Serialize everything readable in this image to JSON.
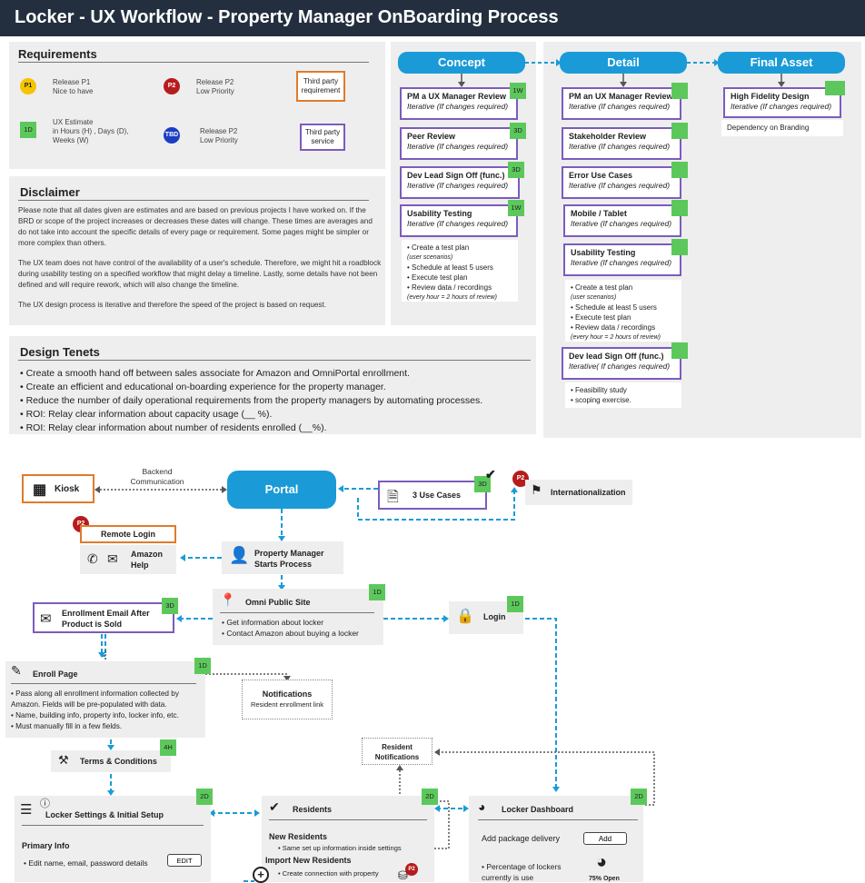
{
  "title": "Locker - UX Workflow - Property Manager OnBoarding Process",
  "requirements": {
    "heading": "Requirements",
    "p1": {
      "badge": "P1",
      "line1": "Release P1",
      "line2": "Nice to have"
    },
    "p2": {
      "badge": "P2",
      "line1": "Release P2",
      "line2": "Low Priority"
    },
    "third_req": "Third party requirement",
    "estimate": {
      "badge": "1D",
      "line1": "UX Estimate",
      "line2": "in Hours (H) , Days (D),",
      "line3": "Weeks (W)"
    },
    "tbd": {
      "badge": "TBD",
      "line1": "Release P2",
      "line2": "Low Priority"
    },
    "third_service": "Third party service"
  },
  "disclaimer": {
    "heading": "Disclaimer",
    "p1": "Please note that all dates given are estimates and are based on previous projects I have worked on. If the BRD or scope of the project increases or decreases these dates will change. These times are averages and do not take into account the specific details of every page or requirement. Some pages might be simpler or more complex than others.",
    "p2": "The UX team does not have control of the availability of a user's schedule. Therefore, we might hit a roadblock during usability testing on a specified workflow that might delay a timeline. Lastly, some details have not been defined and will require rework, which will also change the timeline.",
    "p3": "The UX design process is iterative and therefore the speed of the project is based on request."
  },
  "tenets": {
    "heading": "Design Tenets",
    "items": [
      "• Create a smooth hand off between sales associate for Amazon and OmniPortal enrollment.",
      "• Create an efficient and educational on-boarding experience for the property manager.",
      "• Reduce the number of daily operational requirements from the property managers by automating processes.",
      "• ROI: Relay clear information about capacity usage (__ %).",
      "• ROI: Relay clear information about number of residents enrolled (__%)."
    ]
  },
  "phases": {
    "concept": "Concept",
    "detail": "Detail",
    "final": "Final Asset"
  },
  "concept_cards": [
    {
      "title": "PM a UX Manager Review",
      "sub": "Iterative (If changes required)",
      "badge": "1W"
    },
    {
      "title": "Peer Review",
      "sub": "Iterative (If changes required)",
      "badge": "3D"
    },
    {
      "title": "Dev Lead Sign Off (func.)",
      "sub": "Iterative (If changes required)",
      "badge": "3D"
    },
    {
      "title": "Usability Testing",
      "sub": "Iterative (If changes required)",
      "badge": "1W"
    }
  ],
  "concept_list": {
    "l1": "• Create a test plan",
    "l2": "(user scenarios)",
    "l3": "• Schedule at least 5 users",
    "l4": "• Execute test plan",
    "l5": "• Review data / recordings",
    "l6": "(every hour = 2 hours of review)"
  },
  "detail_cards": [
    {
      "title": "PM an UX Manager Review",
      "sub": "Iterative (If changes required)"
    },
    {
      "title": "Stakeholder Review",
      "sub": "Iterative (If changes required)"
    },
    {
      "title": "Error Use Cases",
      "sub": "Iterative (If changes required)"
    },
    {
      "title": "Mobile / Tablet",
      "sub": "Iterative (If changes required)"
    },
    {
      "title": "Usability Testing",
      "sub": "Iterative (If changes required)"
    }
  ],
  "detail_list": {
    "l1": "• Create a test plan",
    "l2": "(user scenarios)",
    "l3": "• Schedule at least 5 users",
    "l4": "• Execute test plan",
    "l5": "• Review data / recordings",
    "l6": "(every hour = 2 hours of review)"
  },
  "detail_signoff": {
    "title": "Dev lead Sign Off (func.)",
    "sub": "Iterative( If changes required)",
    "l1": "• Feasibility study",
    "l2": "• scoping exercise."
  },
  "final_card": {
    "title": "High Fidelity Design",
    "sub": "Iterative (If changes required)",
    "note": "Dependency on Branding"
  },
  "flow": {
    "kiosk": "Kiosk",
    "backend": "Backend Communication",
    "portal": "Portal",
    "use_cases": "3 Use Cases",
    "use_cases_badge": "3D",
    "intl_badge": "P2",
    "intl": "Internationalization",
    "remote_badge": "P2",
    "remote": "Remote Login",
    "amazon_help": "Amazon Help",
    "pm_starts": "Property Manager Starts Process",
    "omni_title": "Omni Public Site",
    "omni_badge": "1D",
    "omni_l1": "• Get information about locker",
    "omni_l2": "• Contact Amazon about buying a locker",
    "login": "Login",
    "login_badge": "1D",
    "email": "Enrollment Email After Product is Sold",
    "email_badge": "3D",
    "enroll_title": "Enroll Page",
    "enroll_badge": "1D",
    "enroll_l1": "• Pass along all enrollment information collected by Amazon. Fields will be pre-populated with data.",
    "enroll_l2": "• Name, building info, property info, locker info, etc.",
    "enroll_l3": "• Must manually fill in a few fields.",
    "notif_title": "Notifications",
    "notif_sub": "Resident enrollment link",
    "terms": "Terms & Conditions",
    "terms_badge": "4H",
    "res_notif": "Resident Notifications",
    "settings_title": "Locker Settings & Initial Setup",
    "settings_badge": "2D",
    "primary_info": "Primary Info",
    "primary_l1": "• Edit name, email, password details",
    "edit_btn": "EDIT",
    "residents_title": "Residents",
    "residents_badge": "2D",
    "new_residents": "New Residents",
    "new_res_l1": "• Same set up information inside settings",
    "import_residents": "Import New Residents",
    "import_l1": "• Create connection with property",
    "import_badge": "P2",
    "dash_title": "Locker Dashboard",
    "dash_badge": "2D",
    "add_pkg": "Add package delivery",
    "add_btn": "Add",
    "pct_lockers": "• Percentage of lockers currently is use",
    "pct_open": "75% Open"
  }
}
